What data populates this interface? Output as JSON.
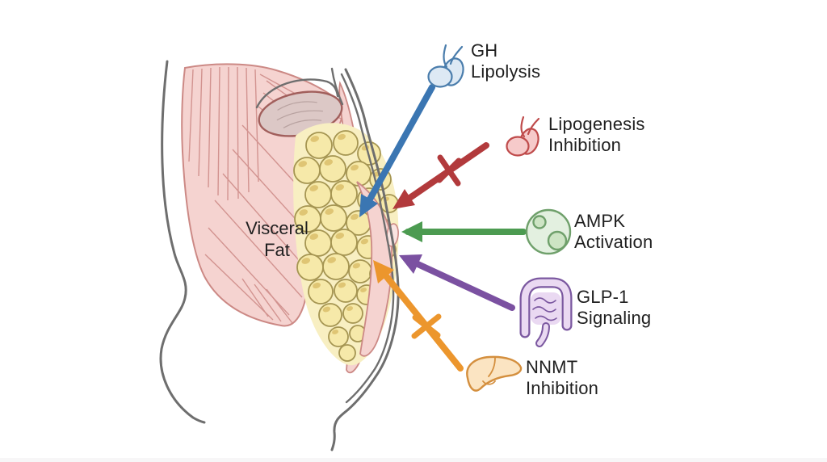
{
  "page": {
    "background": "#ffffff",
    "bottom_strip_color": "#efeeef"
  },
  "figure": {
    "type": "anatomical-mechanism-diagram",
    "subject": {
      "label_line1": "Visceral",
      "label_line2": "Fat"
    },
    "palette": {
      "body_outline": "#6e6e6e",
      "muscle_fill": "#f5d3d0",
      "muscle_line": "#cc8985",
      "fat_region_fill": "#f8efc2",
      "fat_cell_fill": "#f6e9a9",
      "fat_cell_outline": "#a59552",
      "fat_cell_nucleus": "#d9bb66",
      "organ_fill": "#dcc8c6",
      "organ_outline": "#a15f5c",
      "organ_hatch": "#b8a2a0",
      "label_color": "#1f1f1f"
    },
    "mechanisms": [
      {
        "id": "gh-lipolysis",
        "label_line1": "GH",
        "label_line2": "Lipolysis",
        "icon": "pituitary-gland-icon",
        "arrow_color": "#3b76b2",
        "icon_fill": "#dde9f4",
        "icon_stroke": "#4a7dac",
        "inhibition_cross": false
      },
      {
        "id": "lipogenesis-inhibition",
        "label_line1": "Lipogenesis",
        "label_line2": "Inhibition",
        "icon": "pituitary-gland-icon",
        "arrow_color": "#b23a3c",
        "icon_fill": "#f6caca",
        "icon_stroke": "#bf4b4b",
        "inhibition_cross": true
      },
      {
        "id": "ampk-activation",
        "label_line1": "AMPK",
        "label_line2": "Activation",
        "icon": "cell-icon",
        "arrow_color": "#4c9b51",
        "icon_fill": "#e3f0e0",
        "icon_stroke": "#6fa06b",
        "inhibition_cross": false
      },
      {
        "id": "glp1-signaling",
        "label_line1": "GLP-1",
        "label_line2": "Signaling",
        "icon": "intestine-icon",
        "arrow_color": "#7b51a1",
        "icon_fill": "#ead9f2",
        "icon_stroke": "#7b58a0",
        "inhibition_cross": false
      },
      {
        "id": "nnmt-inhibition",
        "label_line1": "NNMT",
        "label_line2": "Inhibition",
        "icon": "liver-icon",
        "arrow_color": "#ec962d",
        "icon_fill": "#fbe4c2",
        "icon_stroke": "#d48f3e",
        "inhibition_cross": true
      }
    ]
  }
}
